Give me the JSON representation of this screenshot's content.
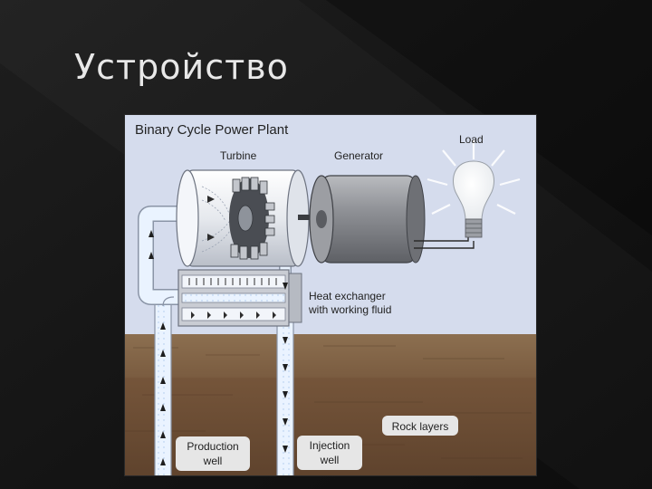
{
  "slide": {
    "title": "Устройство"
  },
  "diagram": {
    "title": "Binary Cycle Power Plant",
    "labels": {
      "turbine": "Turbine",
      "generator": "Generator",
      "load": "Load",
      "heat_exchanger_line1": "Heat exchanger",
      "heat_exchanger_line2": "with working fluid",
      "rock_layers": "Rock layers",
      "production_well_line1": "Production",
      "production_well_line2": "well",
      "injection_well_line1": "Injection",
      "injection_well_line2": "well"
    },
    "colors": {
      "sky": "#d5dced",
      "soil_top": "#8a6c4c",
      "rock": "#6f4f35",
      "pipe_fluid": "#eaf3ff",
      "pipe_edge": "#8a94a6",
      "generator": "#8d8f94",
      "label_bg": "#e6e6e6"
    },
    "icons": [
      "turbine-icon",
      "generator-icon",
      "light-bulb-icon",
      "flow-arrow-icon"
    ]
  }
}
